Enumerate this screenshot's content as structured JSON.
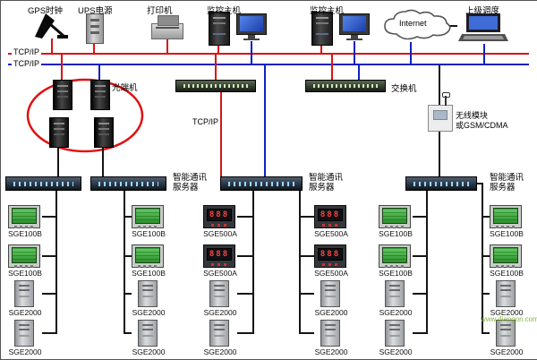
{
  "top_row": {
    "gps_label": "GPS时钟",
    "ups_label": "UPS电源",
    "printer_label": "打印机",
    "host1_label": "监控主机",
    "host2_label": "监控主机",
    "internet_label": "Internet",
    "dispatch_label": "上级调度"
  },
  "bus": {
    "tcpip_top": "TCP/IP",
    "tcpip_bottom": "TCP/IP"
  },
  "middle": {
    "optical_label": "光端机",
    "switch_label": "交换机",
    "tcpip_label": "TCP/IP",
    "wireless_label_1": "无线模块",
    "wireless_label_2": "或GSM/CDMA"
  },
  "servers": {
    "label_top": "智能通讯",
    "label_bottom": "服务器"
  },
  "sge500a_display": "888",
  "columns": [
    {
      "devices": [
        {
          "type": "sge100b",
          "label": "SGE100B"
        },
        {
          "type": "sge100b",
          "label": "SGE100B"
        },
        {
          "type": "sge2000",
          "label": "SGE2000"
        },
        {
          "type": "sge2000",
          "label": "SGE2000"
        }
      ]
    },
    {
      "devices": [
        {
          "type": "sge100b",
          "label": "SGE100B"
        },
        {
          "type": "sge100b",
          "label": "SGE100B"
        },
        {
          "type": "sge2000",
          "label": "SGE2000"
        },
        {
          "type": "sge2000",
          "label": "SGE2000"
        }
      ]
    },
    {
      "devices": [
        {
          "type": "sge500a",
          "label": "SGE500A"
        },
        {
          "type": "sge500a",
          "label": "SGE500A"
        },
        {
          "type": "sge2000",
          "label": "SGE2000"
        },
        {
          "type": "sge2000",
          "label": "SGE2000"
        }
      ]
    },
    {
      "devices": [
        {
          "type": "sge500a",
          "label": "SGE500A"
        },
        {
          "type": "sge500a",
          "label": "SGE500A"
        },
        {
          "type": "sge2000",
          "label": "SGE2000"
        },
        {
          "type": "sge2000",
          "label": "SGE2000"
        }
      ]
    },
    {
      "devices": [
        {
          "type": "sge100b",
          "label": "SGE100B"
        },
        {
          "type": "sge100b",
          "label": "SGE100B"
        },
        {
          "type": "sge2000",
          "label": "SGE2000"
        },
        {
          "type": "sge2000",
          "label": "SGE2000"
        }
      ]
    },
    {
      "devices": [
        {
          "type": "sge100b",
          "label": "SGE100B"
        },
        {
          "type": "sge100b",
          "label": "SGE100B"
        },
        {
          "type": "sge2000",
          "label": "SGE2000"
        },
        {
          "type": "sge2000",
          "label": "SGE2000"
        }
      ]
    }
  ],
  "watermark": "www.diangon.com",
  "colors": {
    "bus_red": "#d81414",
    "bus_blue": "#1220c0",
    "ring_red": "#e01111",
    "screen_green": "#4cae4c",
    "screen_blue": "#2b5fd9",
    "digit_red": "#ff4343"
  }
}
